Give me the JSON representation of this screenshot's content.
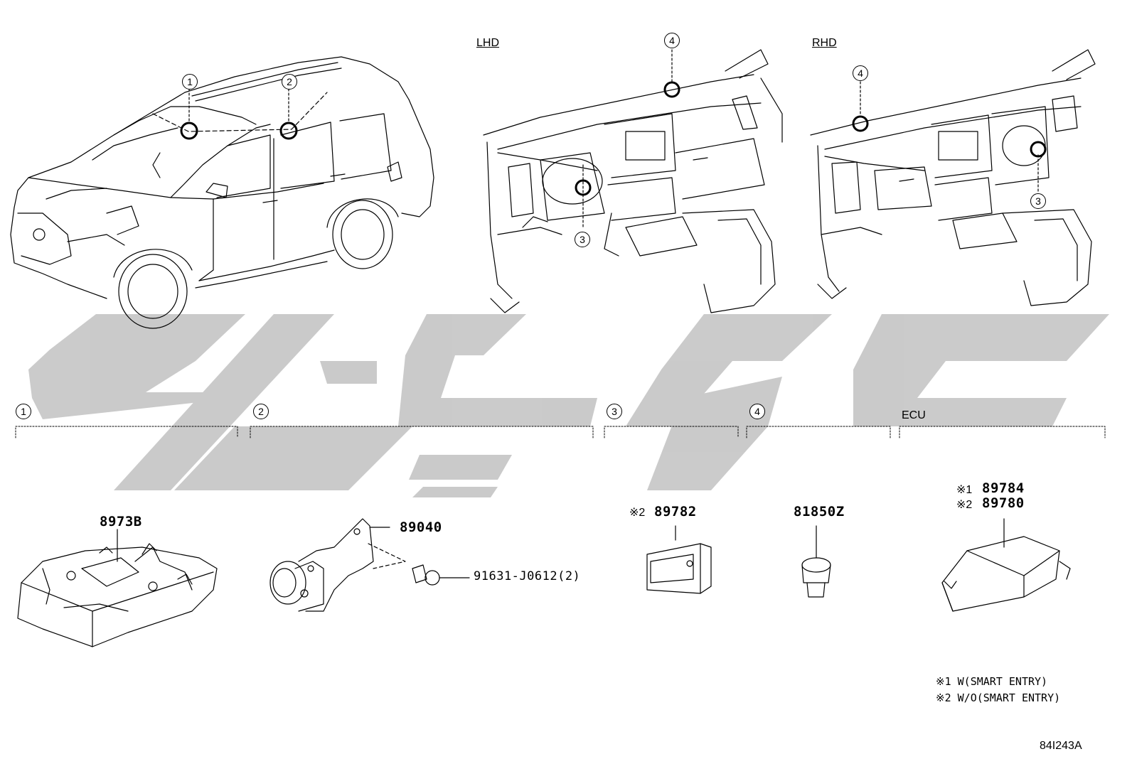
{
  "views": {
    "lhd": "LHD",
    "rhd": "RHD"
  },
  "callouts": [
    "1",
    "2",
    "3",
    "4"
  ],
  "sections": [
    {
      "id": "1",
      "label": "1"
    },
    {
      "id": "2",
      "label": "2"
    },
    {
      "id": "3",
      "label": "3"
    },
    {
      "id": "4",
      "label": "4"
    },
    {
      "id": "ecu",
      "label": "ECU"
    }
  ],
  "parts": {
    "p1": "8973B",
    "p2": "89040",
    "p2_bolt": "91631-J0612(2)",
    "p3_mark": "※2",
    "p3": "89782",
    "p4": "81850Z",
    "ecu_mark1": "※1",
    "ecu1": "89784",
    "ecu_mark2": "※2",
    "ecu2": "89780"
  },
  "notes": [
    {
      "mark": "※1",
      "text": "W(SMART ENTRY)"
    },
    {
      "mark": "※2",
      "text": "W/O(SMART ENTRY)"
    }
  ],
  "diagram_code": "84I243A",
  "colors": {
    "line": "#000000",
    "watermark": "#c8c8c8",
    "background": "#ffffff"
  }
}
